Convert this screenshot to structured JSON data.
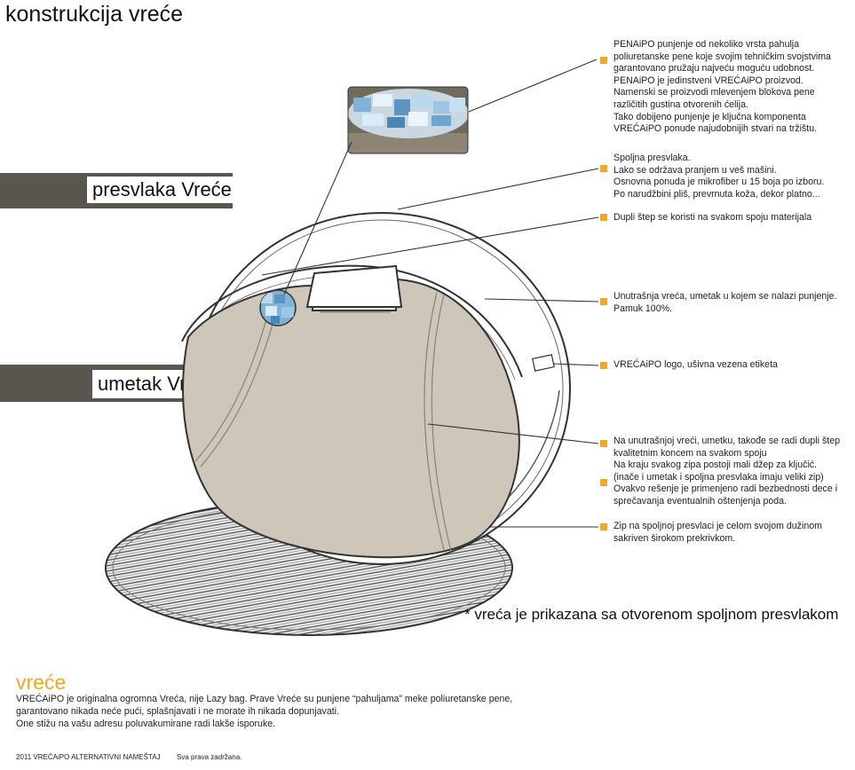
{
  "title": "konstrukcija vreće",
  "labels": {
    "cover": "presvlaka Vreće",
    "insert": "umetak Vreće"
  },
  "notes": [
    {
      "lines": [
        "PENAiPO punjenje od nekoliko vrsta pahulja",
        "poliuretanske pene koje svojim tehničkim svojstvima",
        "garantovano pružaju najveću moguću udobnost.",
        "PENAiPO je jedinstveni VREĆAiPO proizvod.",
        "Namenski se proizvodi mlevenjem blokova pene",
        "različitih gustina otvorenih ćelija.",
        "Tako dobijeno punjenje je ključna komponenta",
        "VREĆAiPO ponude najudobnijih stvari na tržištu."
      ]
    },
    {
      "lines": [
        "Spoljna presvlaka.",
        "Lako se održava pranjem u veš mašini.",
        "Osnovna ponuda je mikrofiber u 15 boja po izboru.",
        "Po narudžbini pliš, prevrnuta koža, dekor platno..."
      ]
    },
    {
      "lines": [
        "Dupli štep se koristi na svakom spoju materijala"
      ]
    },
    {
      "lines": [
        "Unutrašnja vreća, umetak u kojem se nalazi punjenje.",
        "Pamuk 100%."
      ]
    },
    {
      "lines": [
        "VREĆAiPO logo, ušivna vezena etiketa"
      ]
    },
    {
      "lines": [
        "Na unutrašnjoj vreći, umetku, takođe se radi dupli štep",
        "kvalitetnim koncem na svakom spoju",
        "Na kraju svakog zipa postoji mali džep za ključić.",
        "(inače i umetak i spoljna presvlaka imaju veliki zip)",
        "Ovakvo rešenje je primenjeno radi bezbednosti dece i",
        "sprečavanja eventualnih oštenjenja poda."
      ]
    },
    {
      "lines": [
        "Zip na spoljnoj presvlaci je celom svojom dužinom",
        "sakriven širokom prekrivkom."
      ]
    }
  ],
  "footnote": "* vreća je prikazana sa otvorenom spoljnom presvlakom",
  "footer": {
    "heading": "vreće",
    "lines": [
      "VREĆAiPO je originalna ogromna Vreća, nije Lazy bag. Prave Vreće su punjene “pahuljama” meke poliuretanske pene,",
      "garantovano nikada neće pući, splašnjavati i ne morate ih nikada dopunjavati.",
      "One stižu na vašu adresu poluvakumirane radi lakše isporuke."
    ],
    "copyright": "2011 VREĆAiPO ALTERNATIVNI NAMEŠTAJ",
    "rights": "Sva prava zadržana."
  },
  "colors": {
    "accent": "#f5a623",
    "band": "#59564f",
    "insert_fill": "#cdc6b9",
    "outline": "#333333"
  }
}
